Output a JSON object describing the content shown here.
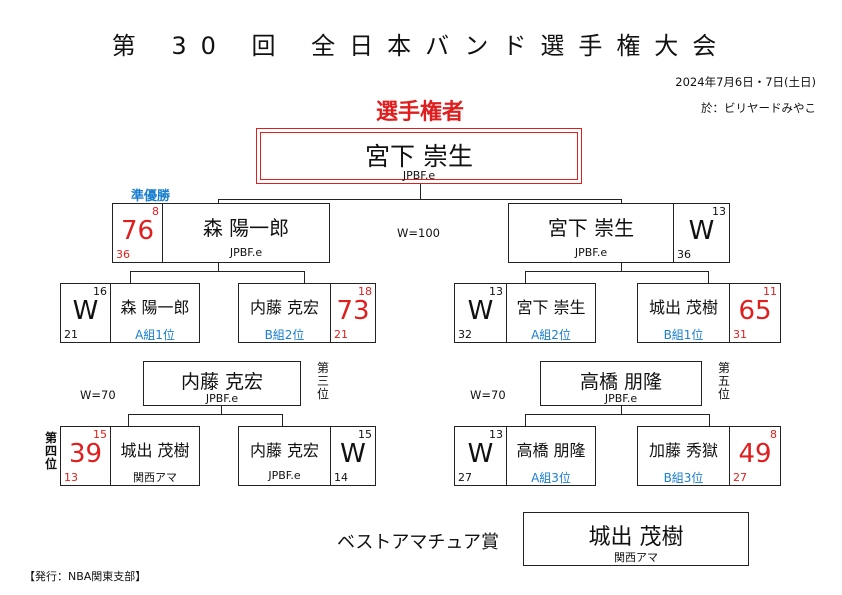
{
  "header": {
    "title": "第 30 回 全日本バンド選手権大会",
    "date": "2024年7月6日・7日(土日)",
    "venue": "於：ビリヤードみやこ"
  },
  "champion": {
    "label": "選手権者",
    "name": "宮下 崇生",
    "org": "JPBF.e"
  },
  "runner_up_label": "準優勝",
  "final_w": "W=100",
  "final_left": {
    "score": "76",
    "seed_top": "8",
    "seed_bottom": "36",
    "name": "森 陽一郎",
    "org": "JPBF.e"
  },
  "final_right": {
    "name": "宮下 崇生",
    "org": "JPBF.e",
    "score": "W",
    "seed_top": "13",
    "seed_bottom": "36"
  },
  "semi1": {
    "w_score": "W",
    "w_top": "16",
    "w_bottom": "21",
    "w_name": "森 陽一郎",
    "w_group": "A組1位",
    "l_name": "内藤 克宏",
    "l_group": "B組2位",
    "l_score": "73",
    "l_top": "18",
    "l_bottom": "21"
  },
  "semi2": {
    "w_score": "W",
    "w_top": "13",
    "w_bottom": "32",
    "w_name": "宮下 崇生",
    "w_group": "A組2位",
    "l_name": "城出 茂樹",
    "l_group": "B組1位",
    "l_score": "65",
    "l_top": "11",
    "l_bottom": "31"
  },
  "third": {
    "w": "W=70",
    "name": "内藤 克宏",
    "org": "JPBF.e",
    "place": [
      "第",
      "三",
      "位"
    ]
  },
  "fifth": {
    "w": "W=70",
    "name": "高橋 朋隆",
    "org": "JPBF.e",
    "place": [
      "第",
      "五",
      "位"
    ]
  },
  "match3": {
    "place": [
      "第",
      "四",
      "位"
    ],
    "a_score": "39",
    "a_top": "15",
    "a_bottom": "13",
    "a_name": "城出 茂樹",
    "a_org": "関西アマ",
    "b_name": "内藤 克宏",
    "b_org": "JPBF.e",
    "b_score": "W",
    "b_top": "15",
    "b_bottom": "14"
  },
  "match5": {
    "a_score": "W",
    "a_top": "13",
    "a_bottom": "27",
    "a_name": "高橋 朋隆",
    "a_group": "A組3位",
    "b_name": "加藤 秀獄",
    "b_group": "B組3位",
    "b_score": "49",
    "b_top": "8",
    "b_bottom": "27"
  },
  "best_amateur": {
    "label": "ベストアマチュア賞",
    "name": "城出 茂樹",
    "org": "関西アマ"
  },
  "footer": {
    "publisher": "【発行：NBA関東支部】"
  },
  "colors": {
    "red": "#e01e1e",
    "blue": "#1a7fd0",
    "line": "#222222"
  }
}
